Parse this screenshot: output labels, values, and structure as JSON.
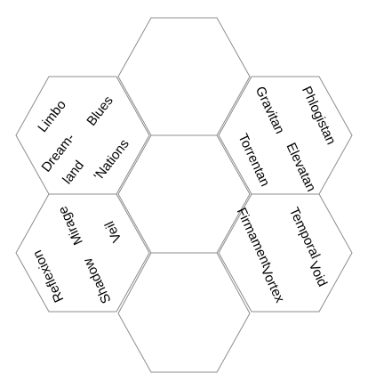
{
  "hexes": {
    "top": [],
    "upper_left": [
      "Limbo",
      "Blues",
      "Dream-",
      "land",
      "'Nations"
    ],
    "upper_right": [
      "Phlogistan",
      "Gravitan",
      "Elevatan",
      "Torrentan"
    ],
    "center": [],
    "lower_left": [
      "Mirage",
      "Veil",
      "Reflexion",
      "Shadow"
    ],
    "lower_right": [
      "Temporal",
      "Firmament",
      "Void",
      "Vortex"
    ],
    "bottom": []
  },
  "colors": {
    "outline": "#8c8c8c",
    "fill": "#ffffff",
    "text": "#000000"
  }
}
